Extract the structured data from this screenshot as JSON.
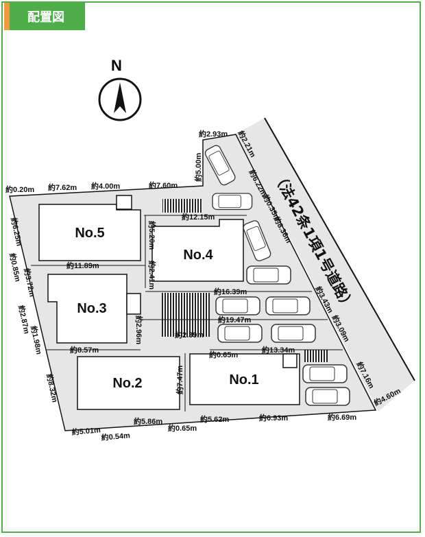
{
  "header": {
    "title": "配置図"
  },
  "compass": {
    "label": "N"
  },
  "road": {
    "label": "（法42条1項1号道路）"
  },
  "buildings": [
    "No.1",
    "No.2",
    "No.3",
    "No.4",
    "No.5"
  ],
  "dimensions": {
    "top": [
      "約0.20m",
      "約7.62m",
      "約4.00m",
      "約7.60m",
      "約2.93m",
      "約2.21m",
      "約5.00m",
      "約12.15m"
    ],
    "left": [
      "約6.25m",
      "約0.85m",
      "約3.72m",
      "約2.87m",
      "約1.98m",
      "約8.32m"
    ],
    "inner": [
      "約11.89m",
      "約5.20m",
      "約2.41m",
      "約16.39m",
      "約19.47m",
      "約2.96m",
      "約2.39m",
      "約8.57m",
      "約0.65m",
      "約13.34m",
      "約7.47m"
    ],
    "right": [
      "約6.22m",
      "約0.35m",
      "約8.36m",
      "約3.43m",
      "約3.09m",
      "約7.16m",
      "約4.60m"
    ],
    "bottom": [
      "約5.01m",
      "約0.54m",
      "約5.86m",
      "約0.65m",
      "約5.62m",
      "約6.93m",
      "約6.69m"
    ]
  },
  "colors": {
    "accent": "#4fae4a",
    "stripe": "#f39a3a",
    "site": "#e6e6e6"
  }
}
